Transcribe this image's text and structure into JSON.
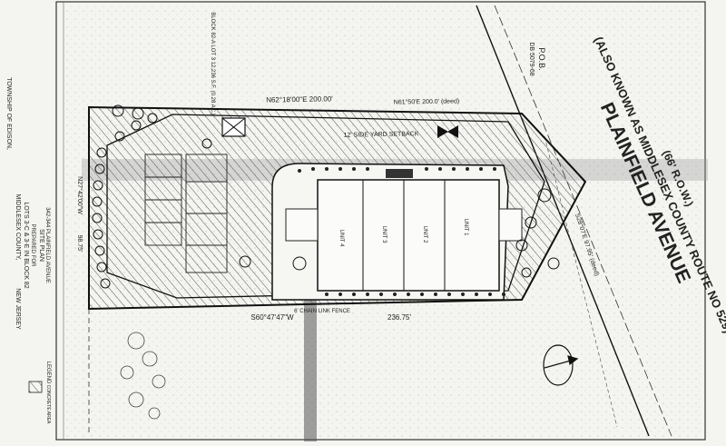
{
  "road": {
    "name": "PLAINFIELD AVENUE",
    "aka": "(ALSO KNOWN AS MIDDLESEX COUNTY ROUTE NO 529)",
    "row": "(66' R.O.W.)",
    "pob": "P.O.B.",
    "pob_ref": "DB 5079-68"
  },
  "bearings": {
    "north_top": "N62°18'00\"E  200.00'",
    "north_deed": "N61°50'E  200.0' (deed)",
    "south": "S60°47'47\"W",
    "south_dist": "236.75'",
    "west": "N27°42'00\"W",
    "west_dist": "98.75'",
    "frontage": "S28°07'E 97.95' (deed)"
  },
  "labels": {
    "setback": "12' SIDE YARD SETBACK",
    "block": "BLOCK 82-A LOT 3 12,236 S.F. (0.28 AC.)",
    "fence_bottom": "6' CHAIN LINK FENCE"
  },
  "units": [
    "UNIT 4",
    "UNIT 3",
    "UNIT 2",
    "UNIT 1"
  ],
  "title_block": {
    "title": "SITE PLAN",
    "prepared": "PREPARED FOR",
    "lots": "LOTS 3-C & 3-E IN BLOCK 82",
    "address": "342-344 PLAINFIELD AVENUE",
    "township": "TOWNSHIP OF EDISON,",
    "county": "MIDDLESEX COUNTY,",
    "state": "NEW JERSEY"
  },
  "legend": {
    "title": "LEGEND",
    "item": "CONCRETE AREA"
  }
}
